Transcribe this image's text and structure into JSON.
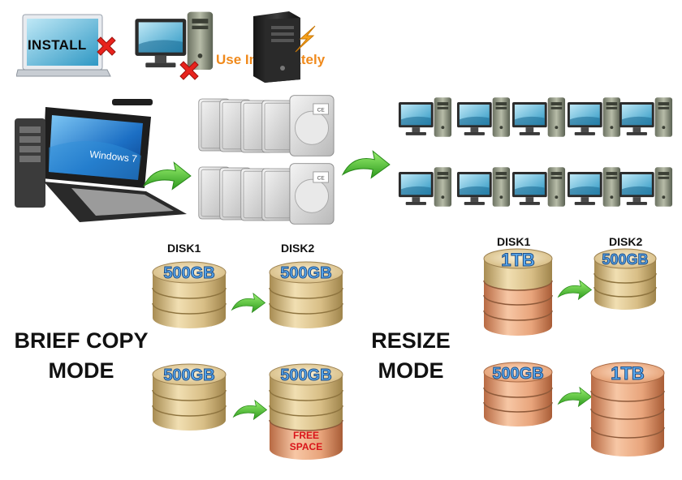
{
  "top": {
    "install_label": "INSTALL",
    "use_label": "Use Immediately",
    "use_color": "#f08a1c",
    "cross_color": "#e8231d",
    "bolt_color": "#f7a21a"
  },
  "flow": {
    "os_label": "Windows 7",
    "arrow_color": "#3fbf2a"
  },
  "brief": {
    "mode_line1": "BRIEF COPY",
    "mode_line2": "MODE",
    "disk1_label": "DISK1",
    "disk2_label": "DISK2",
    "row1_disk1": "500GB",
    "row1_disk2": "500GB",
    "row2_disk1": "500GB",
    "row2_disk2": "500GB",
    "free_line1": "FREE",
    "free_line2": "SPACE"
  },
  "resize": {
    "mode_line1": "RESIZE",
    "mode_line2": "MODE",
    "disk1_label": "DISK1",
    "disk2_label": "DISK2",
    "row1_disk1": "1TB",
    "row1_disk2": "500GB",
    "row2_disk1": "500GB",
    "row2_disk2": "1TB"
  },
  "colors": {
    "gold": "#d9c089",
    "gold_dark": "#b79b5e",
    "peach": "#e6a27a",
    "peach_dark": "#c9774e"
  }
}
